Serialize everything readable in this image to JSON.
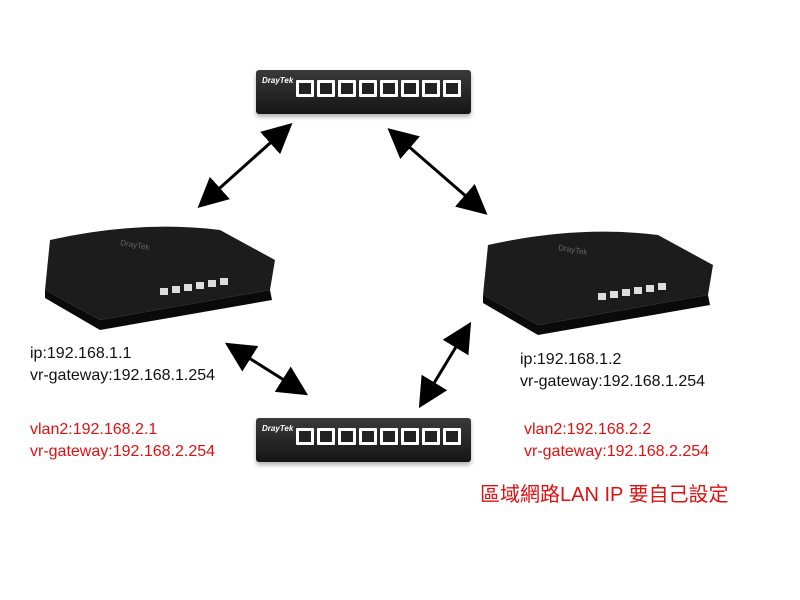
{
  "devices": {
    "switch_top": {
      "brand": "DrayTek"
    },
    "switch_bottom": {
      "brand": "DrayTek"
    },
    "router_left": {
      "brand": "DrayTek",
      "ip": "ip:192.168.1.1",
      "vr_gateway": "vr-gateway:192.168.1.254",
      "vlan2": "vlan2:192.168.2.1",
      "vlan2_gateway": "vr-gateway:192.168.2.254"
    },
    "router_right": {
      "brand": "DrayTek",
      "ip": "ip:192.168.1.2",
      "vr_gateway": "vr-gateway:192.168.1.254",
      "vlan2": "vlan2:192.168.2.2",
      "vlan2_gateway": "vr-gateway:192.168.2.254"
    }
  },
  "note": "區域網路LAN IP 要自己設定",
  "colors": {
    "red": "#e01010",
    "device": "#1a1a1a"
  }
}
